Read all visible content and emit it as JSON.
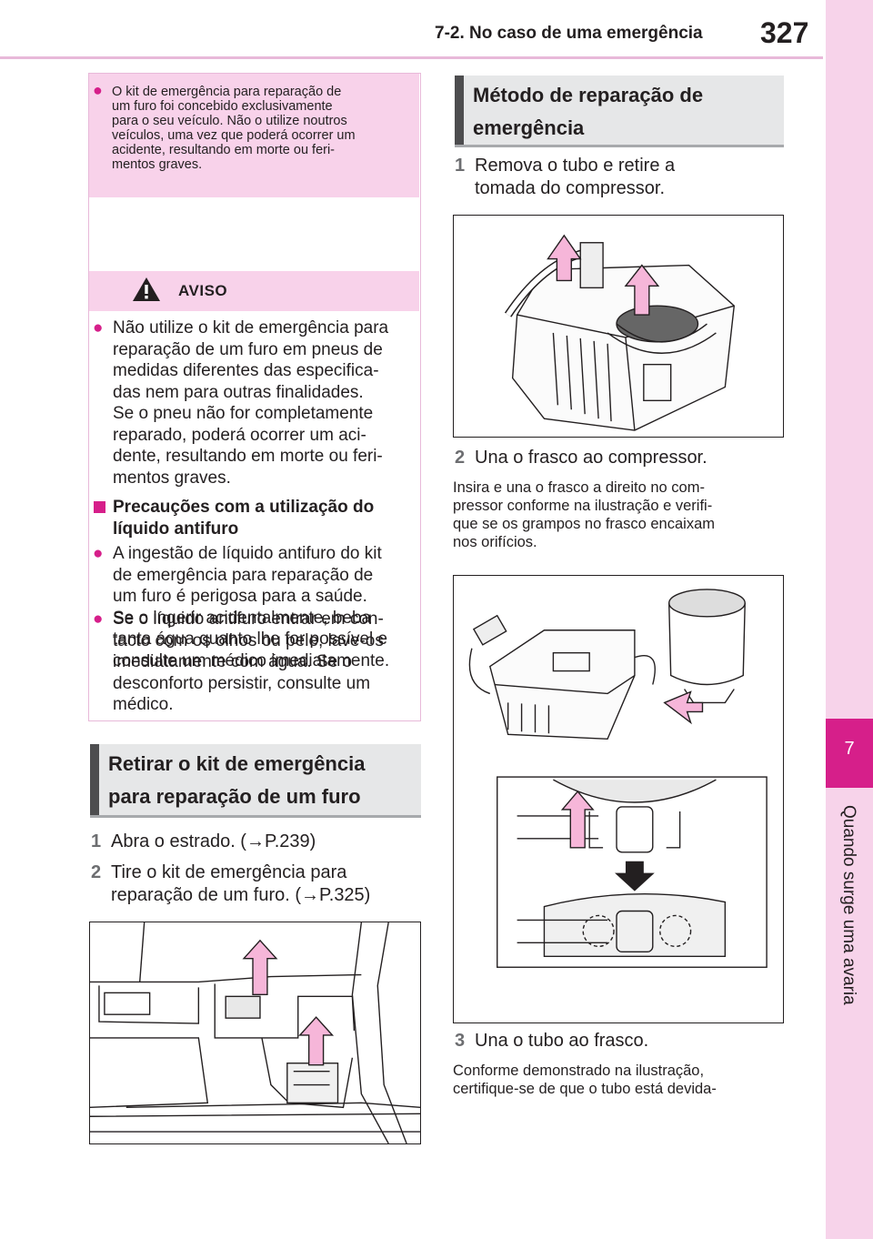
{
  "header": {
    "section": "7-2. No caso de uma emergência",
    "page_number": "327"
  },
  "side_tab": {
    "chapter_number": "7",
    "chapter_title": "Quando surge uma avaria"
  },
  "warning_box": {
    "top_bullet": [
      "O kit de emergência para reparação de",
      "um furo foi concebido exclusivamente",
      "para o seu veículo. Não o utilize noutros",
      "veículos, uma vez que poderá ocorrer um",
      "acidente, resultando em morte ou feri-",
      "mentos graves."
    ],
    "aviso_label": "AVISO",
    "bullet1": [
      "Não utilize o kit de emergência para",
      "reparação de um furo em pneus de",
      "medidas diferentes das especifica-",
      "das nem para outras finalidades.",
      "Se o pneu não for completamente",
      "reparado, poderá ocorrer um aci-",
      "dente, resultando em morte ou feri-",
      "mentos graves."
    ],
    "subheading": [
      "Precauções com a utilização do",
      "líquido antifuro"
    ],
    "bullet2": [
      "A ingestão de líquido antifuro do kit",
      "de emergência para reparação de",
      "um furo é perigosa para a saúde.",
      "Se o ingerir acidentalmente, beba",
      "tanta água quanto lhe for possível e",
      "consulte um médico imediatamente."
    ],
    "bullet3": [
      "Se o líquido antifuro entrar em con-",
      "tacto com os olhos ou pele, lave-os",
      "imediatamente com água. Se o",
      "desconforto persistir, consulte um",
      "médico."
    ]
  },
  "section_remove": {
    "title_line1": "Retirar o kit de emergência",
    "title_line2": "para reparação de um furo",
    "step1_num": "1",
    "step1": "Abra o estrado. (→P.239)",
    "step2_num": "2",
    "step2_line1": "Tire o kit de emergência para",
    "step2_line2": "reparação de um furo. (→P.325)"
  },
  "section_method": {
    "title_line1": "Método de reparação de",
    "title_line2": "emergência",
    "step1_num": "1",
    "step1_line1": "Remova o tubo e retire a",
    "step1_line2": "tomada do compressor.",
    "step2_num": "2",
    "step2": "Una o frasco ao compressor.",
    "step2_detail": [
      "Insira e una o frasco a direito no com-",
      "pressor conforme na ilustração e verifi-",
      "que se os grampos no frasco encaixam",
      "nos orifícios."
    ],
    "step3_num": "3",
    "step3": "Una o tubo ao frasco.",
    "step3_detail": [
      "Conforme demonstrado na ilustração,",
      "certifique-se de que o tubo está devida-"
    ]
  },
  "colors": {
    "accent": "#d61f8a",
    "tab_bg": "#f7d3ea",
    "box_fill": "#f8d2ea",
    "arrow_fill": "#f6b6d9"
  }
}
